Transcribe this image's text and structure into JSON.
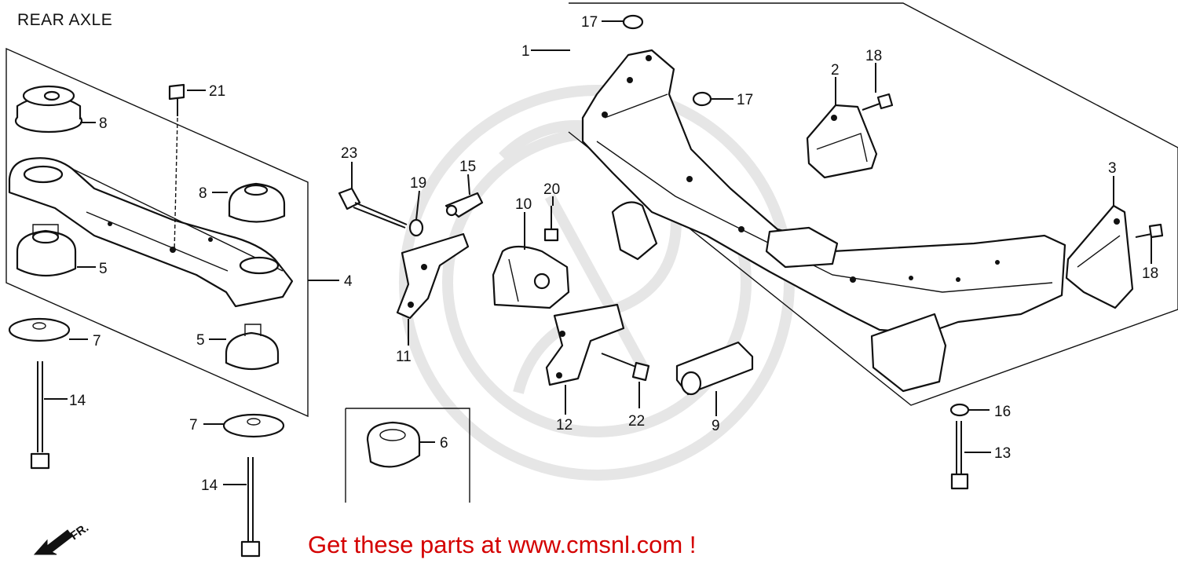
{
  "title": "REAR AXLE",
  "footer": "Get these parts at www.cmsnl.com !",
  "front_indicator": "FR.",
  "colors": {
    "footer_text": "#d40000",
    "line_art": "#111111",
    "watermark": "#e6e6e6"
  },
  "parts": [
    {
      "id": "p1",
      "label": "1"
    },
    {
      "id": "p2",
      "label": "2"
    },
    {
      "id": "p3",
      "label": "3"
    },
    {
      "id": "p4",
      "label": "4"
    },
    {
      "id": "p5a",
      "label": "5"
    },
    {
      "id": "p5b",
      "label": "5"
    },
    {
      "id": "p6",
      "label": "6"
    },
    {
      "id": "p7a",
      "label": "7"
    },
    {
      "id": "p7b",
      "label": "7"
    },
    {
      "id": "p8a",
      "label": "8"
    },
    {
      "id": "p8b",
      "label": "8"
    },
    {
      "id": "p9",
      "label": "9"
    },
    {
      "id": "p10",
      "label": "10"
    },
    {
      "id": "p11",
      "label": "11"
    },
    {
      "id": "p12",
      "label": "12"
    },
    {
      "id": "p13",
      "label": "13"
    },
    {
      "id": "p14a",
      "label": "14"
    },
    {
      "id": "p14b",
      "label": "14"
    },
    {
      "id": "p15",
      "label": "15"
    },
    {
      "id": "p16",
      "label": "16"
    },
    {
      "id": "p17a",
      "label": "17"
    },
    {
      "id": "p17b",
      "label": "17"
    },
    {
      "id": "p18a",
      "label": "18"
    },
    {
      "id": "p18b",
      "label": "18"
    },
    {
      "id": "p19",
      "label": "19"
    },
    {
      "id": "p20",
      "label": "20"
    },
    {
      "id": "p21",
      "label": "21"
    },
    {
      "id": "p22",
      "label": "22"
    },
    {
      "id": "p23",
      "label": "23"
    }
  ]
}
